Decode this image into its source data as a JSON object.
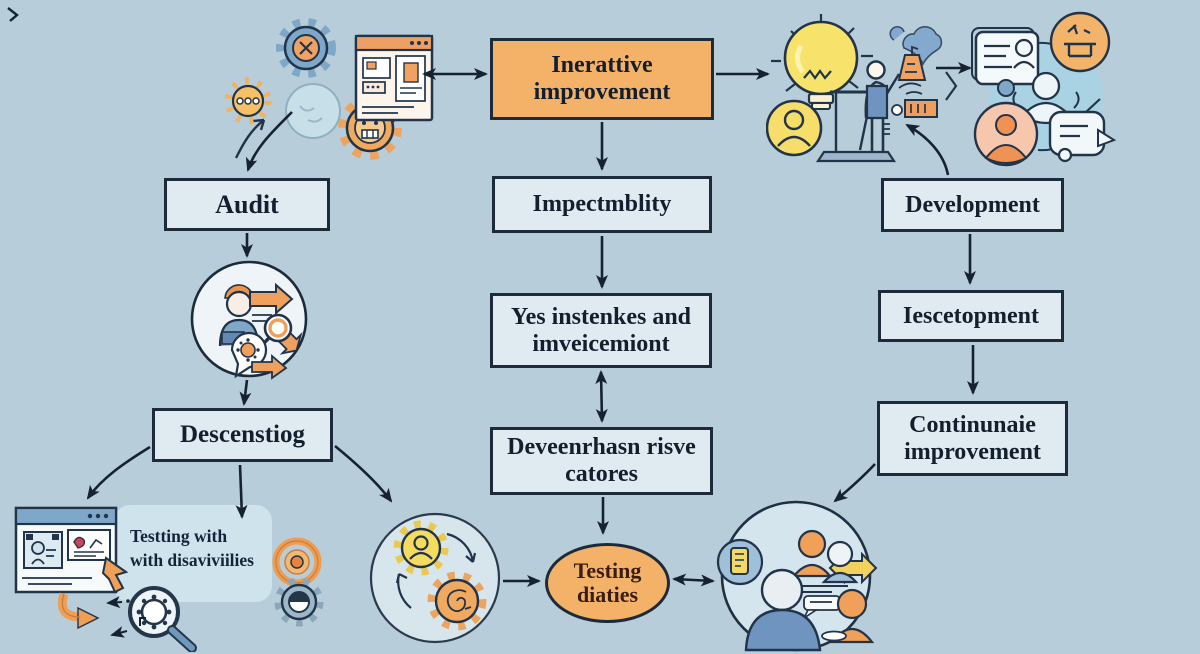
{
  "colors": {
    "background": "#b7cdda",
    "node_fill": "#dfeaf1",
    "node_border": "#1c2a3a",
    "accent_orange": "#f4b269",
    "bubble_fill": "#cfe3ed",
    "arrow": "#16222f"
  },
  "nodes": {
    "iterative_improvement": {
      "label": "Inerattive improvement"
    },
    "audit": {
      "label": "Audit"
    },
    "impectmblity": {
      "label": "Impectmblity"
    },
    "development": {
      "label": "Development"
    },
    "yes_instenkes": {
      "label": "Yes instenkes and imveicemiont"
    },
    "iescetopment": {
      "label": "Iescetopment"
    },
    "descenstiog": {
      "label": "Descenstiog"
    },
    "deveenrhasn": {
      "label": "Deveenrhasn risve catores"
    },
    "continunaie": {
      "label": "Continunaie improvement"
    },
    "testing_diaties": {
      "label": "Testing diaties"
    },
    "testing_note": {
      "label": "Testting with with disaviviilies"
    }
  },
  "icons": {
    "top_left": "gears-browser-cycle-icon",
    "top_right": "lightbulb-ideation-icon",
    "far_right": "team-network-icon",
    "left_middle": "user-research-icon",
    "bottom_left": "browser-testing-icon",
    "bottom_left_aux": "target-gear-icon",
    "bottom_middle": "gears-cycle-icon",
    "bottom_right": "collaboration-icon"
  }
}
